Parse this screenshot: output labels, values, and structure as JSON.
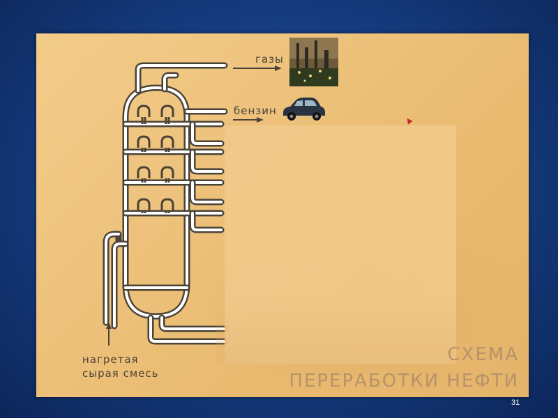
{
  "slide": {
    "labels": {
      "gases": "газы",
      "gasoline": "бензин",
      "feed_line1": "нагретая",
      "feed_line2": "сырая смесь"
    },
    "title": {
      "line1": "СХЕМА",
      "line2": "ПЕРЕРАБОТКИ НЕФТИ"
    },
    "slide_number": "31"
  },
  "colors": {
    "background": "#173f86",
    "slide": "#eec27c",
    "pipe_outline": "#4a4338",
    "pipe_fill": "#ffffff",
    "title_text": "#b8926a"
  },
  "images": {
    "factory": "industrial-plant-photo",
    "car": "vintage-car-photo"
  }
}
